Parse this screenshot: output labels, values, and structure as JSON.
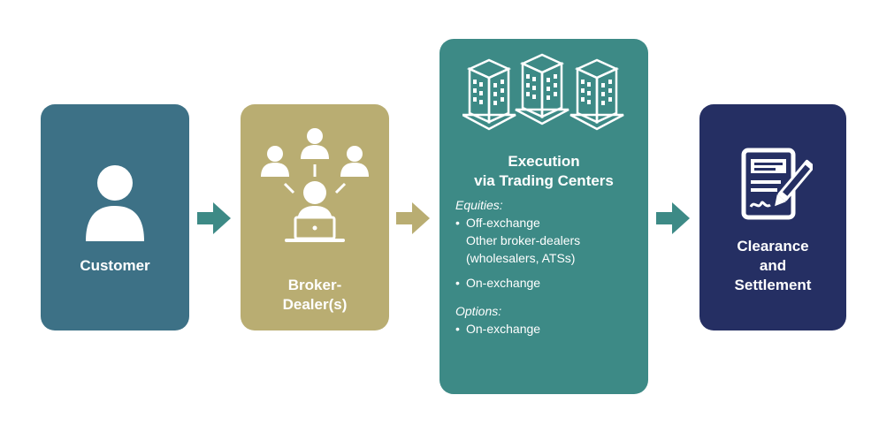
{
  "steps": {
    "customer": {
      "label": "Customer",
      "icon": "person-icon"
    },
    "broker": {
      "label": "Broker-\nDealer(s)",
      "icon": "broker-network-icon"
    },
    "execution": {
      "title": "Execution",
      "subtitle": "via Trading Centers",
      "icon": "buildings-icon",
      "equities_heading": "Equities:",
      "equities_items": [
        {
          "bullet": "•",
          "text": "Off-exchange"
        },
        {
          "sub": "Other broker-dealers"
        },
        {
          "sub": "(wholesalers, ATSs)"
        },
        {
          "bullet": "•",
          "text": "On-exchange"
        }
      ],
      "options_heading": "Options:",
      "options_items": [
        {
          "bullet": "•",
          "text": "On-exchange"
        }
      ]
    },
    "clearance": {
      "label": "Clearance\nand\nSettlement",
      "icon": "document-signature-icon"
    }
  },
  "colors": {
    "customer": "#3d7186",
    "broker": "#b9ad72",
    "execution": "#3d8a86",
    "clearance": "#252f63",
    "arrow_teal": "#3d8a86",
    "arrow_gold": "#b9ad72"
  }
}
